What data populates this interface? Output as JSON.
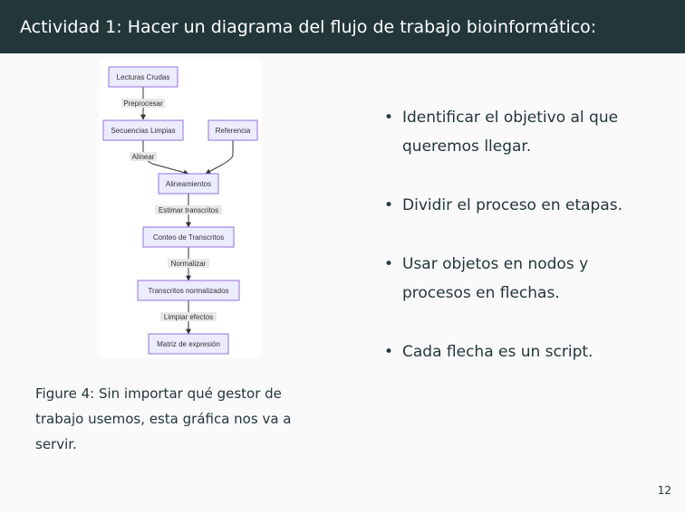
{
  "frame": {
    "title": "Actividad 1: Hacer un diagrama del flujo de trabajo bioinformático:"
  },
  "diagram": {
    "nodes": {
      "lecturas": "Lecturas Crudas",
      "secuencias": "Secuencias Limpias",
      "referencia": "Referencia",
      "alineamientos": "Alineamientos",
      "conteo": "Conteo de Transcritos",
      "normalizados": "Transcritos normalizados",
      "matriz": "Matriz de expresión"
    },
    "edges": {
      "preprocesar": "Preprocesar",
      "alinear": "Alinear",
      "estimar": "Estimar transcritos",
      "normalizar": "Normalizar",
      "limpiar": "Limpiar efectos"
    }
  },
  "caption": {
    "label": "Figure 4:",
    "text": "Sin importar qué gestor de trabajo usemos, esta gráfica nos va a servir."
  },
  "bullets": {
    "marker": "•",
    "items": [
      "Identificar el objetivo al que queremos llegar.",
      "Dividir el proceso en etapas.",
      "Usar objetos en nodos y procesos en flechas.",
      "Cada flecha es un script."
    ]
  },
  "page_number": "12"
}
